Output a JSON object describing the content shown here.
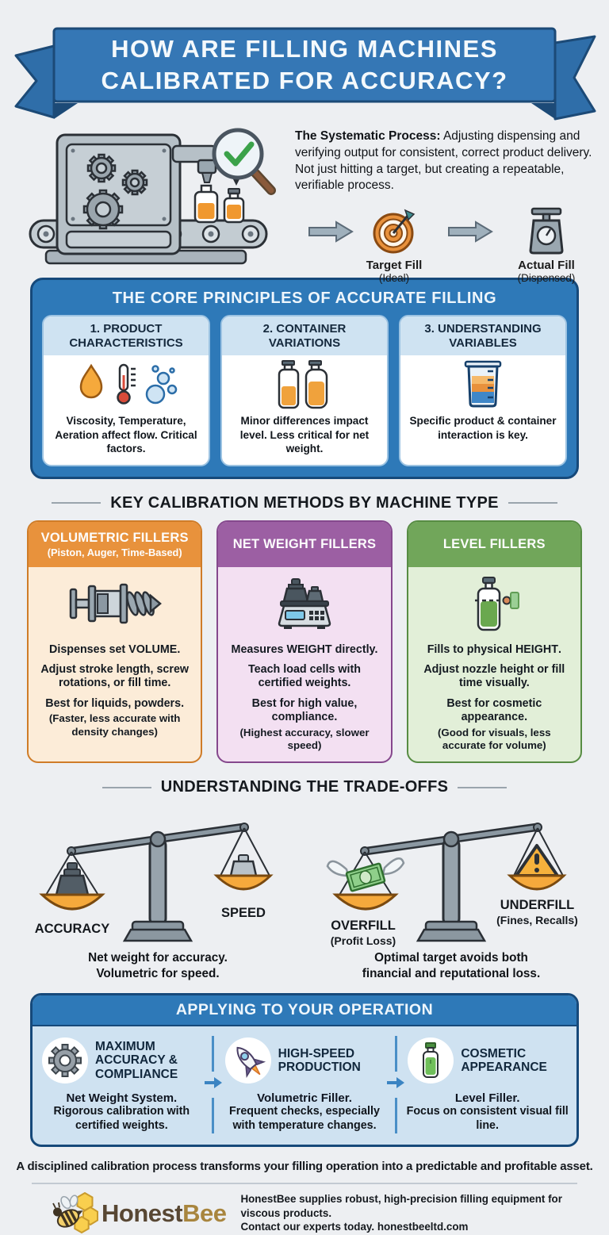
{
  "banner": {
    "line1": "HOW ARE FILLING MACHINES",
    "line2": "CALIBRATED FOR ACCURACY?"
  },
  "intro": {
    "lead": "The Systematic Process:",
    "body": " Adjusting dispensing and verifying output for consistent, correct product delivery. Not just hitting a target, but creating a repeatable, verifiable process.",
    "target_label": "Target Fill",
    "target_sub": "(Ideal)",
    "actual_label": "Actual Fill",
    "actual_sub": "(Dispensed)"
  },
  "principles": {
    "title": "THE CORE PRINCIPLES OF ACCURATE FILLING",
    "cards": [
      {
        "line1": "1. PRODUCT",
        "line2": "CHARACTERISTICS",
        "text": "Viscosity, Temperature, Aeration affect flow. Critical factors."
      },
      {
        "line1": "2. CONTAINER",
        "line2": "VARIATIONS",
        "text": "Minor differences impact level. Less critical for net weight."
      },
      {
        "line1": "3. UNDERSTANDING",
        "line2": "VARIABLES",
        "text": "Specific product & container interaction is key."
      }
    ]
  },
  "methods": {
    "title": "KEY CALIBRATION METHODS BY MACHINE TYPE",
    "cards": [
      {
        "header": "VOLUMETRIC FILLERS",
        "subheader": "(Piston, Auger, Time-Based)",
        "p1_pre": "Dispenses set ",
        "p1_bold": "VOLUME",
        "p1_post": ".",
        "p2": "Adjust stroke length, screw rotations, or fill time.",
        "p3": "Best for liquids, powders.",
        "p4": "(Faster, less accurate with density changes)"
      },
      {
        "header": "NET WEIGHT FILLERS",
        "p1_pre": "Measures ",
        "p1_bold": "WEIGHT",
        "p1_post": " directly.",
        "p2": "Teach load cells with certified weights.",
        "p3": "Best for high value, compliance.",
        "p4": "(Highest accuracy, slower speed)"
      },
      {
        "header": "LEVEL FILLERS",
        "p1_pre": "Fills to physical ",
        "p1_bold": "HEIGHT",
        "p1_post": ".",
        "p2": "Adjust nozzle height or fill time visually.",
        "p3": "Best for cosmetic appearance.",
        "p4": "(Good for visuals, less accurate for volume)"
      }
    ]
  },
  "tradeoffs": {
    "title": "UNDERSTANDING THE TRADE-OFFS",
    "left": {
      "label_left": "ACCURACY",
      "label_right": "SPEED",
      "caption1": "Net weight for accuracy.",
      "caption2": "Volumetric for speed."
    },
    "right": {
      "label_left": "OVERFILL",
      "label_left_sub": "(Profit Loss)",
      "label_right": "UNDERFILL",
      "label_right_sub": "(Fines, Recalls)",
      "caption1": "Optimal target avoids both",
      "caption2": "financial and reputational loss."
    }
  },
  "applying": {
    "title": "APPLYING TO YOUR OPERATION",
    "items": [
      {
        "title": "MAXIMUM ACCURACY & COMPLIANCE",
        "lead": "Net Weight System.",
        "body": "Rigorous calibration with certified weights."
      },
      {
        "title": "HIGH-SPEED PRODUCTION",
        "lead": "Volumetric Filler.",
        "body": "Frequent checks, especially with temperature changes."
      },
      {
        "title": "COSMETIC APPEARANCE",
        "lead": "Level Filler.",
        "body": "Focus on consistent visual fill line."
      }
    ]
  },
  "footer": {
    "tagline": "A disciplined calibration process transforms your filling operation into a predictable and profitable asset.",
    "brand_first": "Honest",
    "brand_second": "Bee",
    "line1": "HonestBee supplies robust, high-precision filling equipment for viscous products.",
    "line2_pre": "Contact our experts today. ",
    "line2_bold": "honestbeeltd.com"
  },
  "icons": {
    "banner": "ribbon-banner",
    "machine": "filling-machine-illustration",
    "flow": [
      "block-arrow-icon",
      "target-icon",
      "block-arrow-icon",
      "weighing-scale-icon"
    ],
    "principles": [
      "droplet-icon",
      "thermometer-icon",
      "bubbles-icon",
      "two-bottles-icon",
      "beaker-icon"
    ],
    "methods": [
      "auger-piston-icon",
      "bench-scale-icon",
      "level-sensor-bottle-icon"
    ],
    "tradeoffs": [
      "balance-scale-icon",
      "winged-money-icon",
      "warning-triangle-icon"
    ],
    "applying": [
      "gear-icon",
      "rocket-icon",
      "green-bottle-icon",
      "arrow-right-icon"
    ],
    "brand": "bee-logo-icon"
  },
  "colors": {
    "background": "#edeff2",
    "banner_blue": "#3577b5",
    "panel_blue": "#2e79b8",
    "card_header_blue": "#cfe3f2",
    "orange": "#e8923c",
    "purple": "#9c5fa3",
    "green": "#71a65a",
    "pan_gold": "#f5a93c",
    "outline_navy": "#16497a"
  }
}
